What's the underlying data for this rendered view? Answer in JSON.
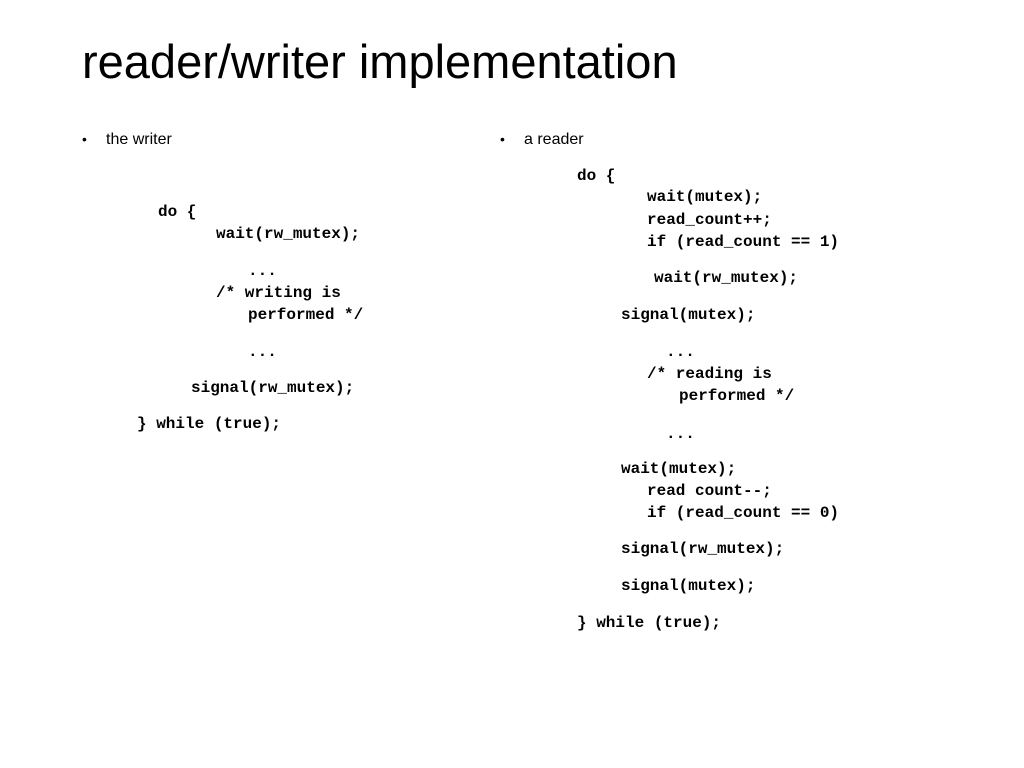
{
  "slide": {
    "title": "reader/writer implementation"
  },
  "writer": {
    "bullet_label": "the writer",
    "code": [
      "do {",
      "wait(rw_mutex);",
      "...",
      "/* writing is",
      "performed */",
      "...",
      "signal(rw_mutex);",
      "} while (true);"
    ]
  },
  "reader": {
    "bullet_label": "a reader",
    "code": [
      "do {",
      "wait(mutex);",
      "read_count++;",
      "if (read_count == 1)",
      "wait(rw_mutex);",
      "signal(mutex);",
      "...",
      "/* reading is",
      "performed */",
      "...",
      "wait(mutex);",
      "read count--;",
      "if (read_count == 0)",
      "signal(rw_mutex);",
      "signal(mutex);",
      "} while (true);"
    ]
  }
}
